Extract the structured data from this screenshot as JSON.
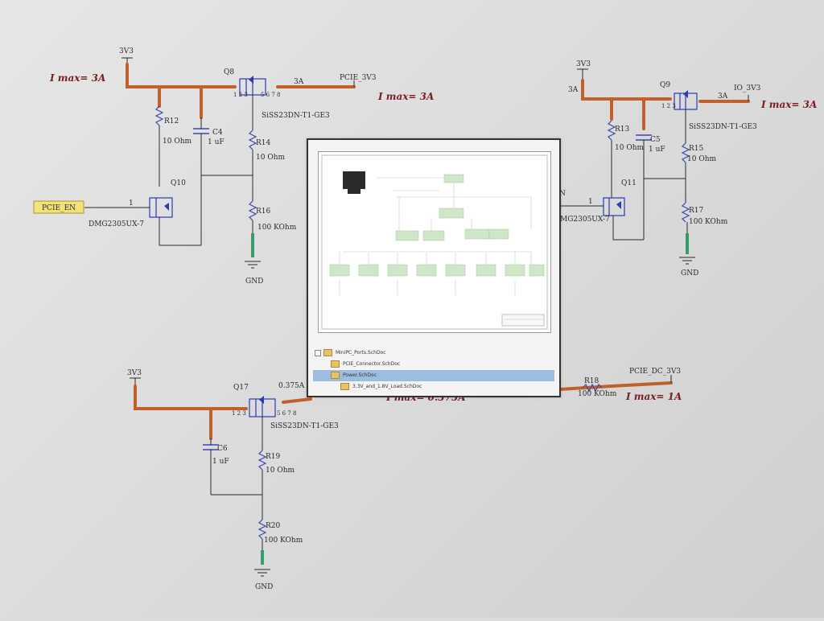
{
  "schematic": {
    "nets": {
      "rail_3v3_a": "3V3",
      "pcie_3v3": "PCIE_3V3",
      "rail_3v3_b": "3V3",
      "io_3v3": "IO_3V3",
      "rail_3v3_c": "3V3",
      "pcie_dc_3v3": "PCIE_DC_3V3",
      "gnd_a": "GND",
      "gnd_b": "GND",
      "gnd_c": "GND",
      "pcie_en": "PCIE_EN"
    },
    "current_labels": {
      "imax_top_left": "I max= 3A",
      "imax_top_mid": "I max= 3A",
      "imax_top_right": "I max= 3A",
      "imax_bottom_mid": "I max= 0.375A",
      "imax_bottom_right": "I max= 1A",
      "flow_q8": "3A",
      "flow_q9_in": "3A",
      "flow_q9_out": "3A",
      "flow_q17": "0.375A"
    },
    "components": {
      "q8": {
        "ref": "Q8",
        "part": "SiSS23DN-T1-GE3"
      },
      "q9": {
        "ref": "Q9",
        "part": "SiSS23DN-T1-GE3"
      },
      "q17": {
        "ref": "Q17",
        "part": "SiSS23DN-T1-GE3"
      },
      "q10": {
        "ref": "Q10",
        "part": "DMG2305UX-7"
      },
      "q11": {
        "ref": "Q11",
        "part": "MG2305UX-7"
      },
      "r12": {
        "ref": "R12",
        "value": "10 Ohm"
      },
      "r13": {
        "ref": "R13",
        "value": "10 Ohm"
      },
      "r14": {
        "ref": "R14",
        "value": "10 Ohm"
      },
      "r15": {
        "ref": "R15",
        "value": "10 Ohm"
      },
      "r16": {
        "ref": "R16",
        "value": "100 KOhm"
      },
      "r17": {
        "ref": "R17",
        "value": "100 KOhm"
      },
      "r18": {
        "ref": "R18",
        "value": "100 KOhm"
      },
      "r19": {
        "ref": "R19",
        "value": "10 Ohm"
      },
      "r20": {
        "ref": "R20",
        "value": "100 KOhm"
      },
      "c4": {
        "ref": "C4",
        "value": "1 uF"
      },
      "c5": {
        "ref": "C5",
        "value": "1 uF"
      },
      "c6": {
        "ref": "C6",
        "value": "1 uF"
      }
    },
    "pin_labels": {
      "q10_gate": "1",
      "q11_gate": "1",
      "q11_net_stub": "N"
    }
  },
  "popup": {
    "tree": [
      {
        "label": "MiniPC_Ports.SchDoc",
        "selected": false
      },
      {
        "label": "PCIE_Connector.SchDoc",
        "selected": false
      },
      {
        "label": "Power.SchDoc",
        "selected": true
      },
      {
        "label": "3.3V_and_1.8V_Load.SchDoc",
        "selected": false
      }
    ]
  },
  "colors": {
    "power_trace": "#c0602a",
    "ground_trace": "#3a9a6a",
    "component_blue": "#2b3bb0",
    "imax_text": "#7a1c22",
    "selection": "#9bbde0"
  }
}
